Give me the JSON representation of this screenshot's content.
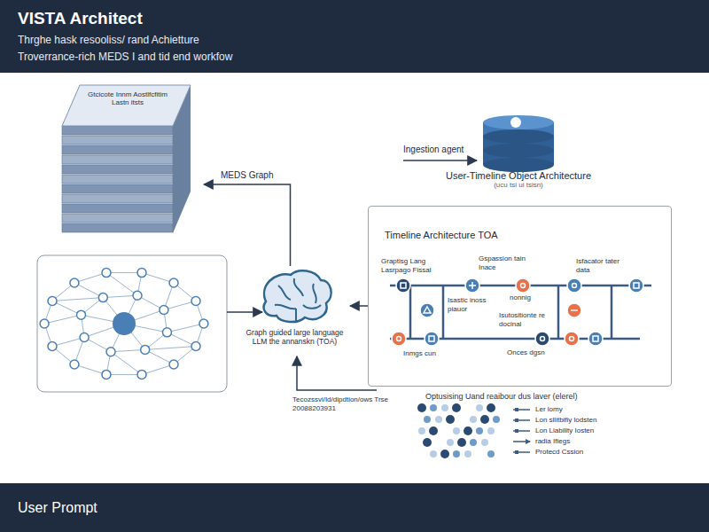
{
  "diagram": {
    "title": "VISTA Architect",
    "caption": "User Prompt",
    "nodes": [
      {
        "text": [
          "Gtcicote Innm Aostlfcfitim Lastn itsts"
        ]
      },
      {
        "text": [
          "User-Timeline Object Architecture",
          "(ucu tsi ui tsisn)"
        ]
      },
      {
        "text": [
          "Graph guided large language LLM the annanskn (TOA)"
        ]
      },
      {
        "text": [
          "Timeline Architecture TOA"
        ]
      }
    ],
    "edges": [
      {
        "from": 2,
        "to": 0,
        "label": "MEDS Graph",
        "arrow": "to"
      },
      {
        "from": 3,
        "to": 2,
        "arrow": "to"
      }
    ],
    "labels": [
      "Thrghe hask resooliss/ rand Achietture",
      "Troverrance-rich MEDS I and tid end workfow",
      "Ingestion agent",
      "Graptisg Lang Lasrpago Fissal",
      "Gspassion tain Inace",
      "Isfacator tater data",
      "Isastic inoss piauor",
      "nonnig",
      "Isutositionte re docinal",
      "Inmgs cun",
      "Onces dgsn",
      "Tecozssvi/Id/dipdtion/ows Trse 20088203931",
      "Optusising Uand reaibour dus laver (elerel)"
    ],
    "legend": [
      {
        "text": "Ler lomy"
      },
      {
        "text": "Lon sllitbifiy lodsten"
      },
      {
        "text": "Lon Liability Iosten"
      },
      {
        "text": "radia Ifiegs"
      },
      {
        "text": "Protecd Cssion"
      }
    ]
  }
}
